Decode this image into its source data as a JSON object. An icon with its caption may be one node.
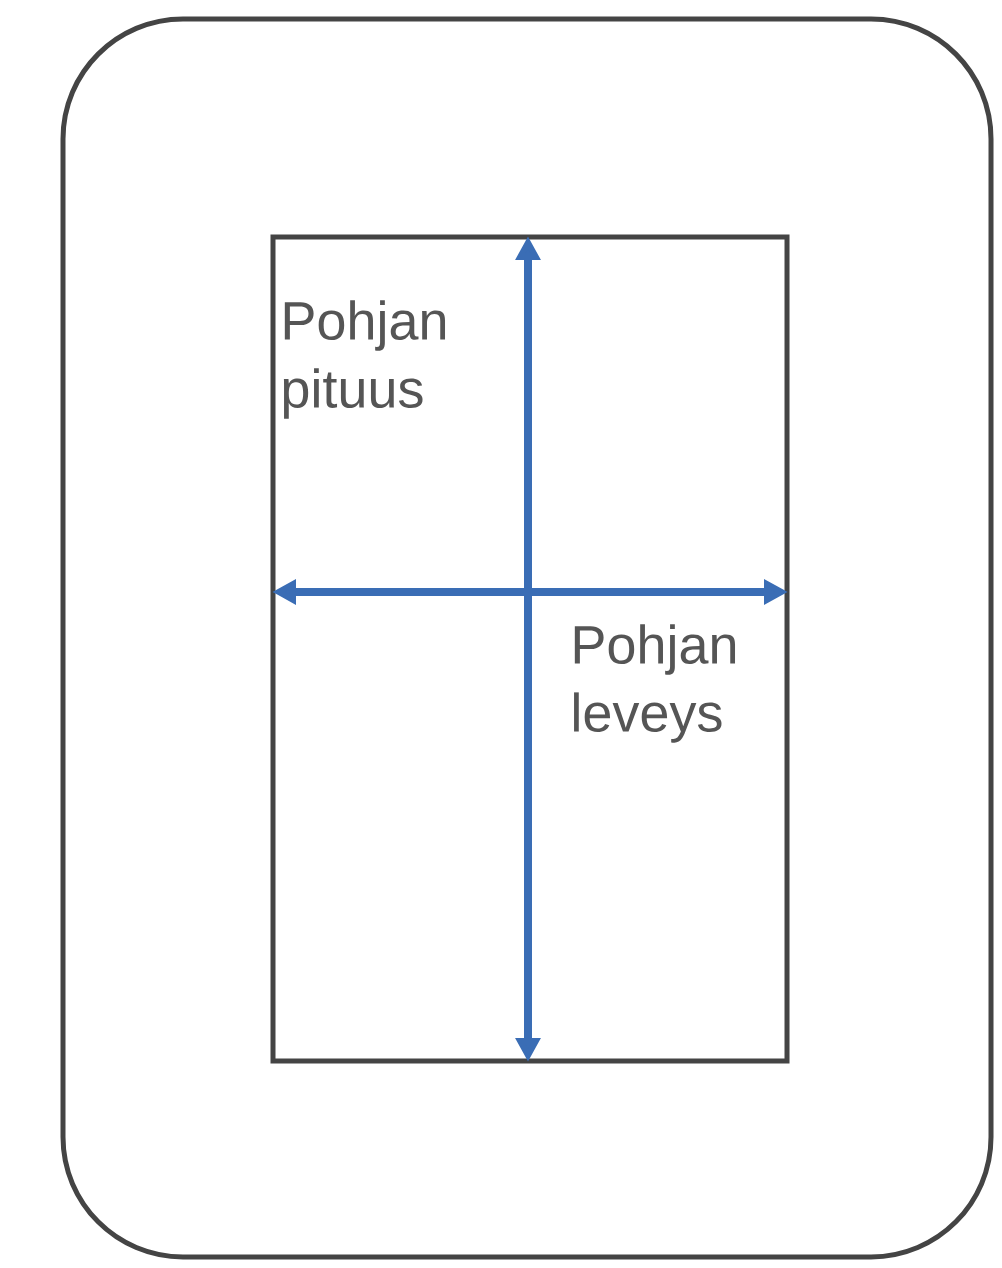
{
  "diagram": {
    "nodes": [
      {
        "text": [],
        "shape": "box"
      },
      {
        "text": [],
        "shape": "box",
        "in": 0
      }
    ],
    "labels": [
      "Pohjan pituus",
      "Pohjan leveys"
    ]
  }
}
